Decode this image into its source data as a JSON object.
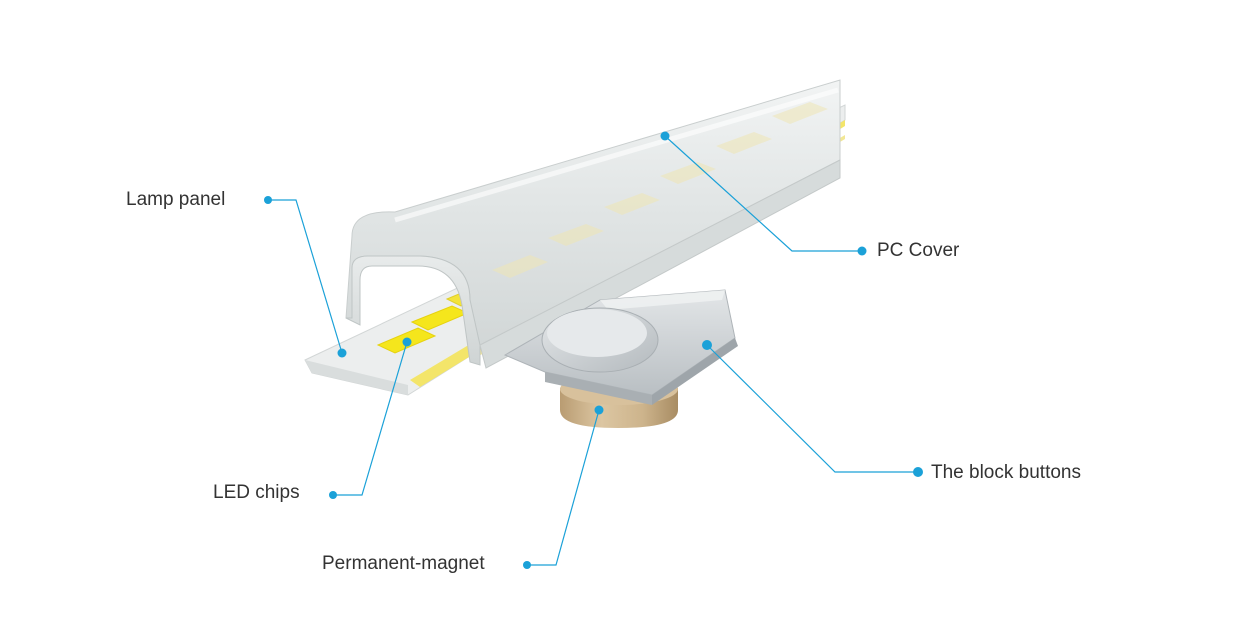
{
  "callouts": {
    "lamp_panel": "Lamp panel",
    "pc_cover": "PC Cover",
    "block_buttons": "The block buttons",
    "led_chips": "LED chips",
    "permanent_magnet": "Permanent-magnet"
  },
  "colors": {
    "callout_line": "#1BA1D8",
    "label_text": "#333333",
    "led_chip": "#F5E61C",
    "magnet": "#C9AE86",
    "cover": "#E3E6E6"
  }
}
